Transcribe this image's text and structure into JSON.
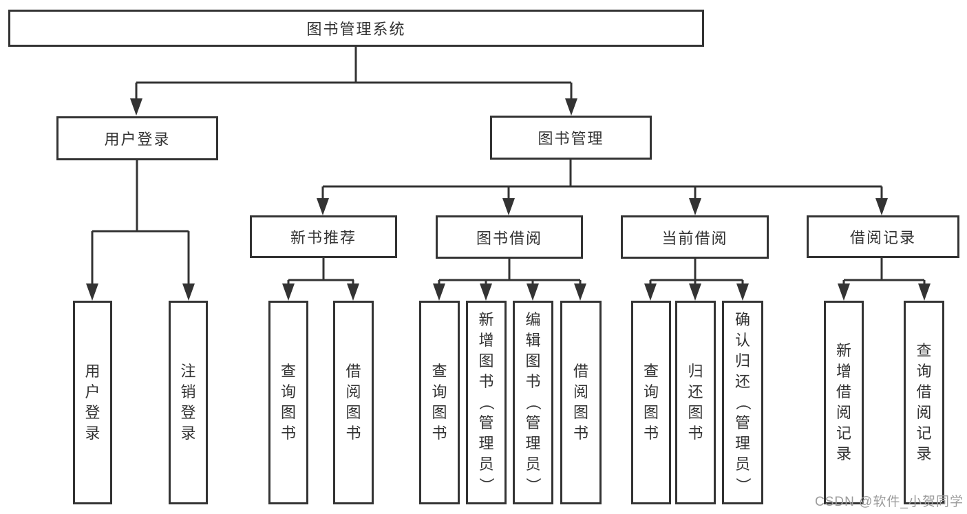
{
  "diagram": {
    "tree": {
      "id": "library-system",
      "label": "图书管理系统",
      "children": [
        {
          "id": "user-login",
          "label": "用户登录",
          "children": [
            {
              "id": "user-login-leaf",
              "label": "用户登录"
            },
            {
              "id": "logout",
              "label": "注销登录"
            }
          ]
        },
        {
          "id": "book-management",
          "label": "图书管理",
          "children": [
            {
              "id": "new-book-recommend",
              "label": "新书推荐",
              "children": [
                {
                  "id": "nbr-query-books",
                  "label": "查询图书"
                },
                {
                  "id": "nbr-borrow-books",
                  "label": "借阅图书"
                }
              ]
            },
            {
              "id": "book-borrowing",
              "label": "图书借阅",
              "children": [
                {
                  "id": "bb-query-books",
                  "label": "查询图书"
                },
                {
                  "id": "bb-add-books-admin",
                  "label": "新增图书（管理员）"
                },
                {
                  "id": "bb-edit-books-admin",
                  "label": "编辑图书（管理员）"
                },
                {
                  "id": "bb-borrow-books",
                  "label": "借阅图书"
                }
              ]
            },
            {
              "id": "current-borrowing",
              "label": "当前借阅",
              "children": [
                {
                  "id": "cb-query-books",
                  "label": "查询图书"
                },
                {
                  "id": "cb-return-books",
                  "label": "归还图书"
                },
                {
                  "id": "cb-confirm-return-admin",
                  "label": "确认归还（管理员）"
                }
              ]
            },
            {
              "id": "borrowing-records",
              "label": "借阅记录",
              "children": [
                {
                  "id": "br-add-record",
                  "label": "新增借阅记录"
                },
                {
                  "id": "br-query-record",
                  "label": "查询借阅记录"
                }
              ]
            }
          ]
        }
      ]
    },
    "line_color": "#333333",
    "box_background": "#ffffff",
    "text_color": "#333333",
    "watermark_color": "#9c9c9c"
  },
  "watermark": {
    "text": "CSDN @软件_小贺同学"
  }
}
